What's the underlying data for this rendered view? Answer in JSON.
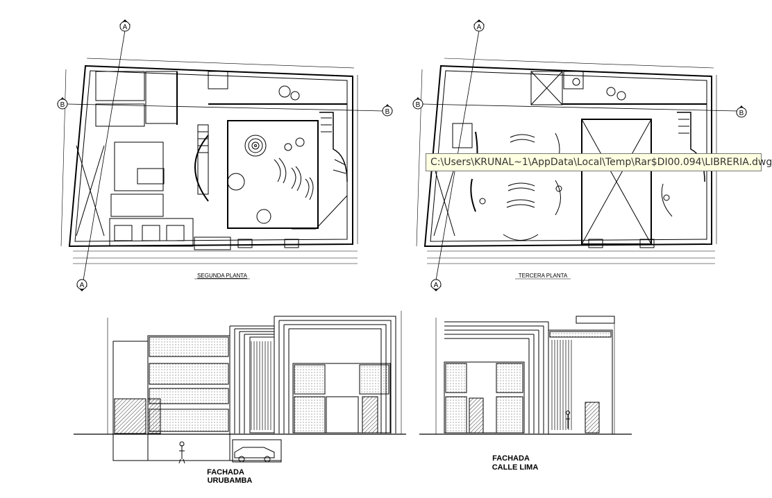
{
  "plans": {
    "second_floor_title": "SEGUNDA PLANTA",
    "third_floor_title": "TERCERA PLANTA"
  },
  "axis_markers": {
    "a": "A",
    "b": "B"
  },
  "elevations": {
    "urubamba_line1": "FACHADA",
    "urubamba_line2": "URUBAMBA",
    "lima_line1": "FACHADA",
    "lima_line2": "CALLE LIMA"
  },
  "tooltip": {
    "file_path": "C:\\Users\\KRUNAL~1\\AppData\\Local\\Temp\\Rar$DI00.094\\LIBRERIA.dwg"
  },
  "colors": {
    "line": "#000000",
    "tooltip_bg": "#ffffe1"
  }
}
